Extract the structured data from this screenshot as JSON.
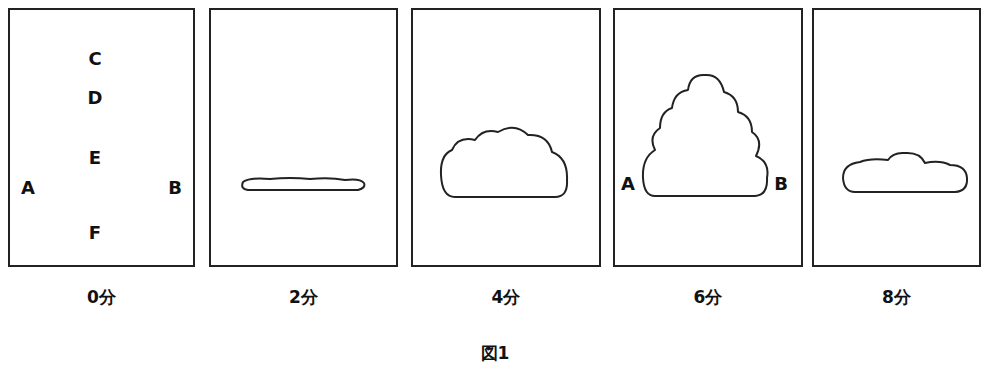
{
  "diagram": {
    "caption": "図1",
    "nodes": [
      {
        "text": [
          "0分"
        ]
      },
      {
        "text": [
          "2分"
        ]
      },
      {
        "text": [
          "4分"
        ]
      },
      {
        "text": [
          "6分"
        ]
      },
      {
        "text": [
          "8分"
        ]
      }
    ],
    "labels": [
      "C",
      "D",
      "E",
      "A",
      "B",
      "F",
      "A",
      "B"
    ]
  }
}
